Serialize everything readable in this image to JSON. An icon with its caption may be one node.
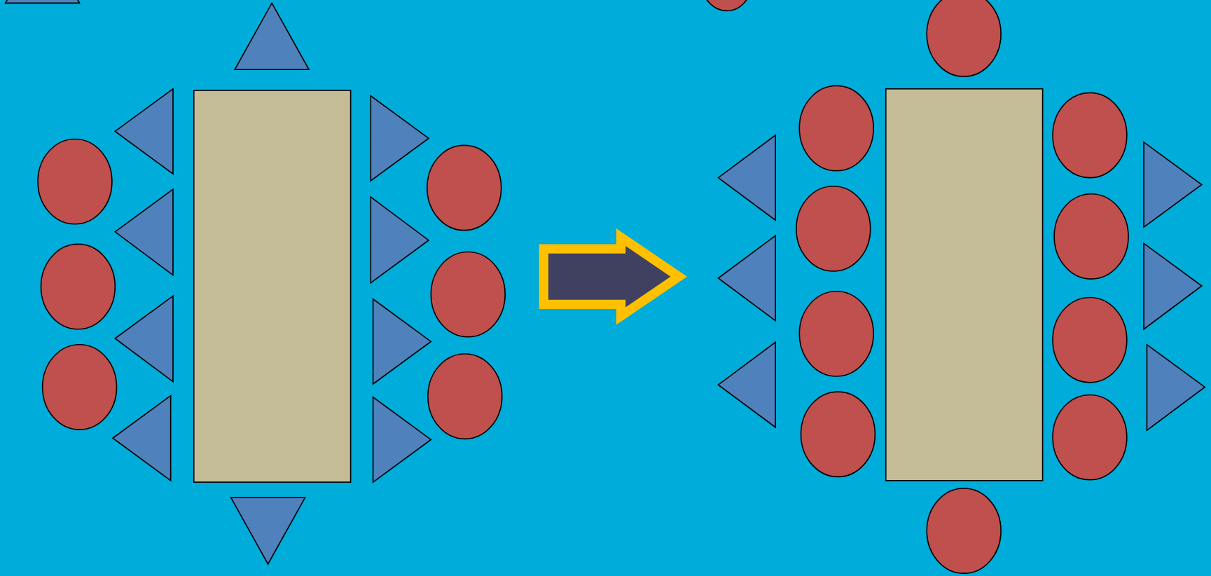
{
  "diagram": {
    "nodes": [
      {
        "text": [],
        "shape": "picture"
      },
      {
        "text": [],
        "shape": "picture"
      }
    ],
    "edges": [
      {
        "from": 0,
        "to": 1,
        "arrow": "to",
        "style": "thick"
      }
    ]
  }
}
